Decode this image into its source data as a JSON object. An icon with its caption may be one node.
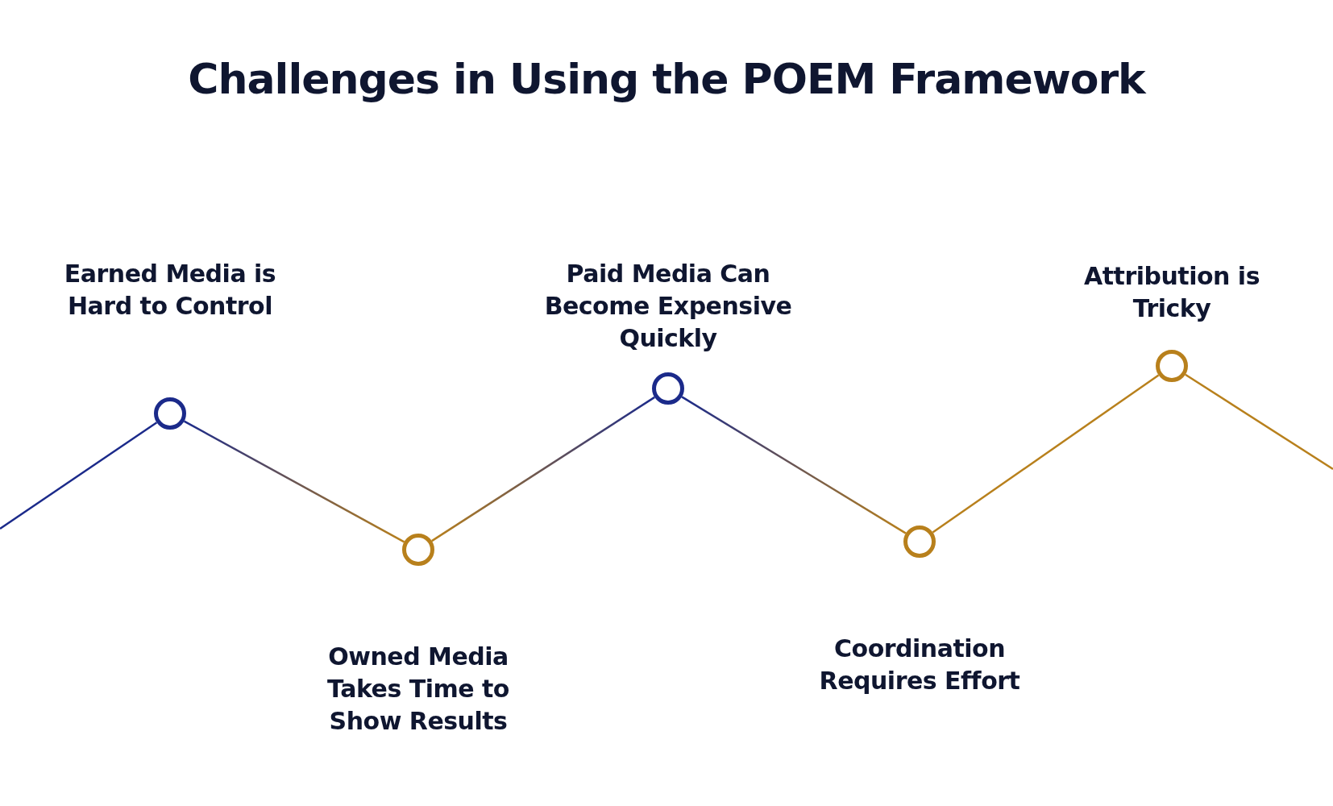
{
  "diagram": {
    "title": "Challenges in Using the POEM Framework",
    "nodes": [
      {
        "text": [],
        "shape": "circle",
        "beside": [
          "Earned Media is Hard to Control"
        ]
      },
      {
        "text": [],
        "shape": "circle",
        "beside": [
          "Owned Media Takes Time to Show Results"
        ]
      },
      {
        "text": [],
        "shape": "circle",
        "beside": [
          "Paid Media Can Become Expensive Quickly"
        ]
      },
      {
        "text": [],
        "shape": "circle",
        "beside": [
          "Coordination Requires Effort"
        ]
      },
      {
        "text": [],
        "shape": "circle",
        "beside": [
          "Attribution is Tricky"
        ]
      }
    ],
    "edges": [
      {
        "from": null,
        "to": 0,
        "arrow": "none"
      },
      {
        "from": 0,
        "to": 1,
        "arrow": "none"
      },
      {
        "from": 1,
        "to": 2,
        "arrow": "none"
      },
      {
        "from": 2,
        "to": 3,
        "arrow": "none"
      },
      {
        "from": 3,
        "to": 4,
        "arrow": "none"
      },
      {
        "from": 4,
        "to": null,
        "arrow": "none"
      }
    ]
  }
}
